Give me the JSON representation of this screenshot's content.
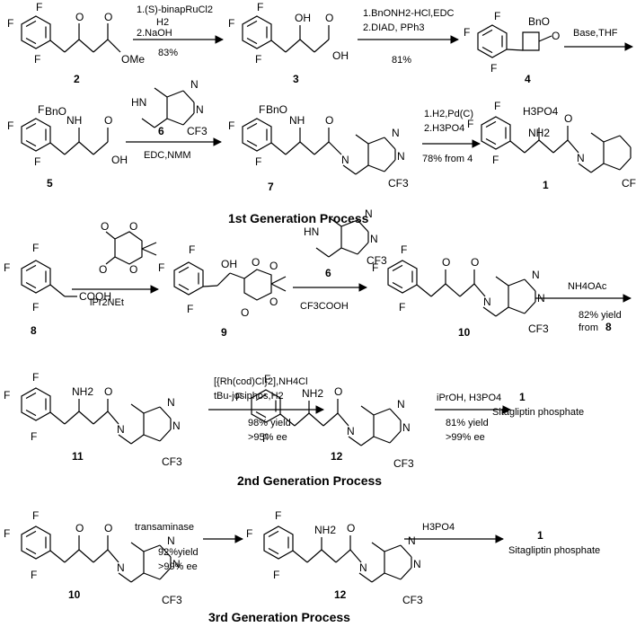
{
  "colors": {
    "ink": "#000000",
    "background": "#ffffff"
  },
  "atoms": {
    "F": "F",
    "O": "O",
    "OH": "OH",
    "OMe": "OMe",
    "BnO": "BnO",
    "NH": "NH",
    "HN": "HN",
    "NH2": "NH2",
    "N": "N",
    "CF3": "CF3",
    "COOH": "COOH",
    "H3PO4": "H3PO4"
  },
  "compounds": {
    "c1": "1",
    "c2": "2",
    "c3": "3",
    "c4": "4",
    "c5": "5",
    "c6": "6",
    "c7": "7",
    "c8": "8",
    "c9": "9",
    "c10": "10",
    "c11": "11",
    "c12": "12"
  },
  "reagents": {
    "r1_line1": "1.(S)-binapRuCl2",
    "r1_line2": "H2",
    "r1_line3": "2.NaOH",
    "r1_yield": "83%",
    "r2_line1": "1.BnONH2-HCl,EDC",
    "r2_line2": "2.DIAD, PPh3",
    "r2_yield": "81%",
    "r3": "Base,THF",
    "r4": "EDC,NMM",
    "r5_line1": "1.H2,Pd(C)",
    "r5_line2": "2.H3PO4",
    "r5_yield": "78% from 4",
    "r6": "iPr2NEt",
    "r7": "CF3COOH",
    "r8": "NH4OAc",
    "r8_yield_1": "82% yield",
    "r8_yield_2": "from",
    "r9_line1": "[{Rh(cod)Cl}2],NH4Cl",
    "r9_line2": "tBu-josiphos,H2",
    "r9_yield_1": "98% yield",
    "r9_yield_2": ">95% ee",
    "r10": "iPrOH, H3PO4",
    "r10_yield_1": "81% yield",
    "r10_yield_2": ">99% ee",
    "r11": "transaminase",
    "r11_yield_1": "92%yield",
    "r11_yield_2": ">99% ee",
    "r12": "H3PO4"
  },
  "products": {
    "sitagliptin_num": "1",
    "sitagliptin_name": "Sitagliptin phosphate"
  },
  "sections": {
    "gen1": "1st Generation Process",
    "gen2": "2nd Generation Process",
    "gen3": "3rd Generation Process"
  }
}
